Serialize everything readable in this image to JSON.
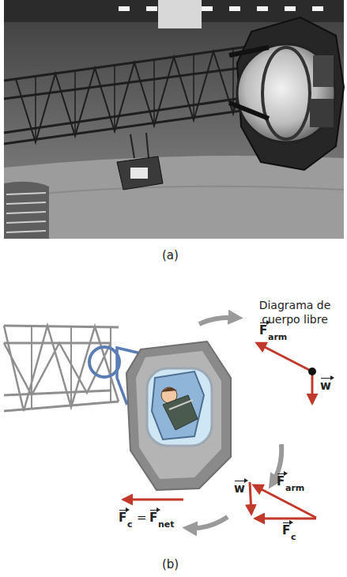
{
  "diagram": {
    "labels": [
      "(a)",
      "Diagrama de cuerpo libre",
      "F",
      "arm",
      "w",
      "F",
      "arm",
      "w",
      "F",
      "c",
      "F",
      "c",
      "=",
      "F",
      "net",
      "(b)"
    ]
  }
}
